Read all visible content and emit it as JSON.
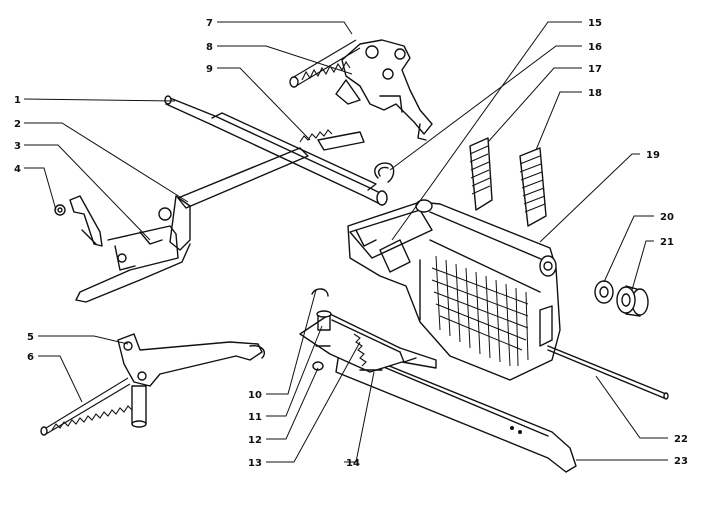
{
  "diagram": {
    "callouts": [
      {
        "id": "1",
        "text": "1"
      },
      {
        "id": "2",
        "text": "2"
      },
      {
        "id": "3",
        "text": "3"
      },
      {
        "id": "4",
        "text": "4"
      },
      {
        "id": "5",
        "text": "5"
      },
      {
        "id": "6",
        "text": "6"
      },
      {
        "id": "7",
        "text": "7"
      },
      {
        "id": "8",
        "text": "8"
      },
      {
        "id": "9",
        "text": "9"
      },
      {
        "id": "10",
        "text": "10"
      },
      {
        "id": "11",
        "text": "11"
      },
      {
        "id": "12",
        "text": "12"
      },
      {
        "id": "13",
        "text": "13"
      },
      {
        "id": "14",
        "text": "14"
      },
      {
        "id": "15",
        "text": "15"
      },
      {
        "id": "16",
        "text": "16"
      },
      {
        "id": "17",
        "text": "17"
      },
      {
        "id": "18",
        "text": "18"
      },
      {
        "id": "19",
        "text": "19"
      },
      {
        "id": "20",
        "text": "20"
      },
      {
        "id": "21",
        "text": "21"
      },
      {
        "id": "22",
        "text": "22"
      },
      {
        "id": "23",
        "text": "23"
      }
    ],
    "colors": {
      "line": "#111111",
      "background": "#ffffff"
    }
  }
}
